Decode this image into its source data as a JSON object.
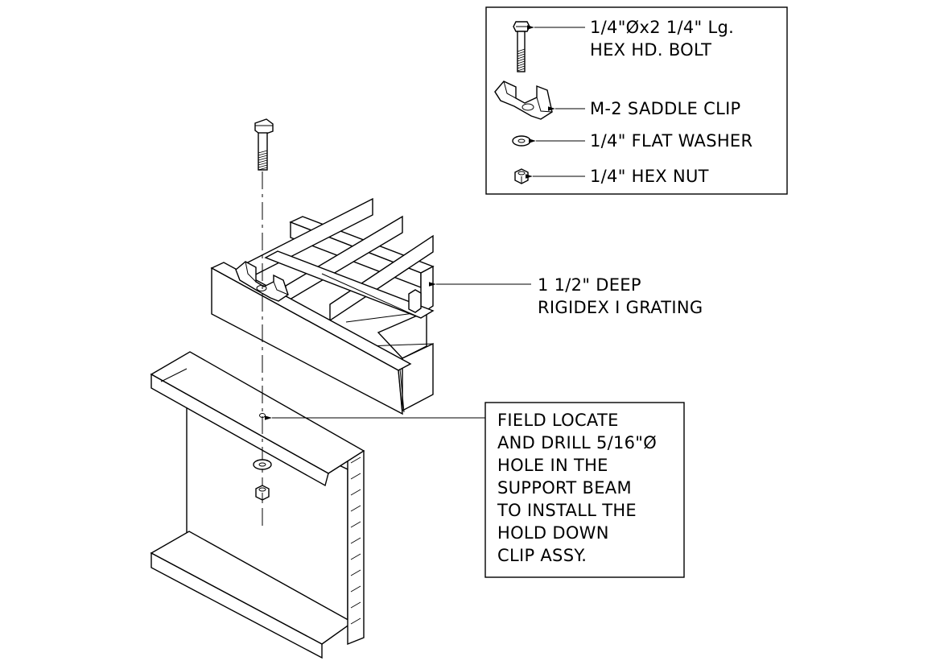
{
  "legend": {
    "bolt_line1": "1/4\"Øx2 1/4\" Lg.",
    "bolt_line2": "HEX HD. BOLT",
    "clip": "M-2 SADDLE CLIP",
    "washer": "1/4\" FLAT WASHER",
    "nut": "1/4\" HEX NUT"
  },
  "grating_label": {
    "line1": "1 1/2\" DEEP",
    "line2": "RIGIDEX I GRATING"
  },
  "note": {
    "lines": [
      "FIELD LOCATE",
      "AND DRILL 5/16\"Ø",
      "HOLE IN THE",
      "SUPPORT BEAM",
      "TO INSTALL THE",
      "HOLD DOWN",
      "CLIP ASSY."
    ]
  }
}
